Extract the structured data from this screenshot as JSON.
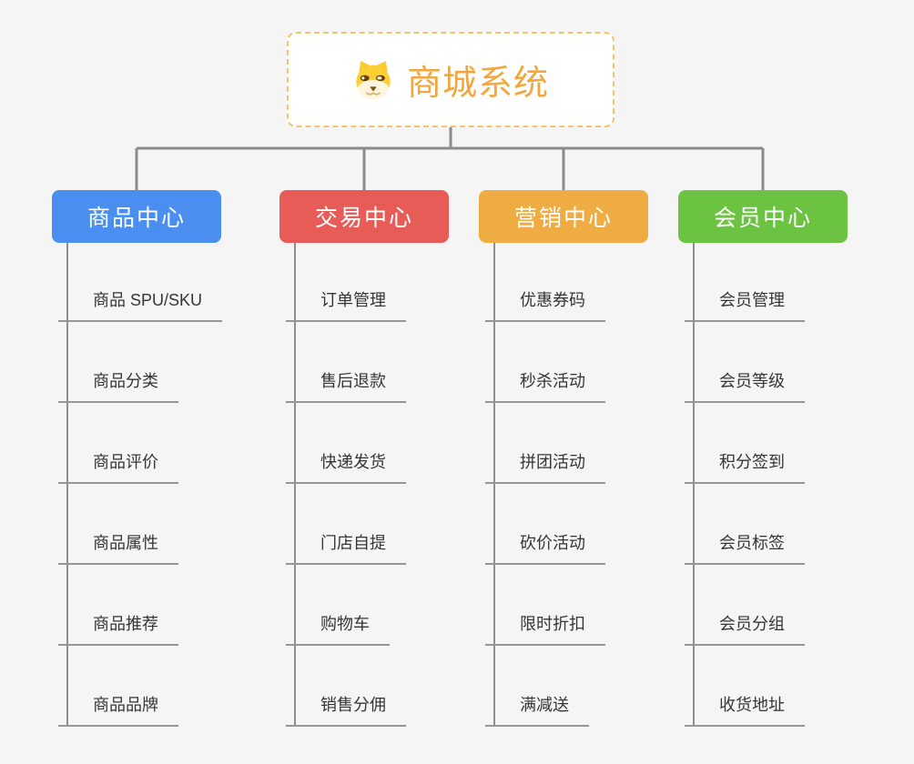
{
  "page": {
    "background_color": "#f5f5f6"
  },
  "connectors": {
    "color": "#8b8b8b"
  },
  "root": {
    "title": "商城系统",
    "icon": "doge-icon",
    "text_color": "#f2a63e",
    "border_color": "#f5c469",
    "fill_color": "#ffffff"
  },
  "columns": [
    {
      "label": "商品中心",
      "color": "#4a8ff0",
      "items": [
        "商品 SPU/SKU",
        "商品分类",
        "商品评价",
        "商品属性",
        "商品推荐",
        "商品品牌"
      ]
    },
    {
      "label": "交易中心",
      "color": "#e85c57",
      "items": [
        "订单管理",
        "售后退款",
        "快递发货",
        "门店自提",
        "购物车",
        "销售分佣"
      ]
    },
    {
      "label": "营销中心",
      "color": "#efac42",
      "items": [
        "优惠券码",
        "秒杀活动",
        "拼团活动",
        "砍价活动",
        "限时折扣",
        "满减送"
      ]
    },
    {
      "label": "会员中心",
      "color": "#6cc241",
      "items": [
        "会员管理",
        "会员等级",
        "积分签到",
        "会员标签",
        "会员分组",
        "收货地址"
      ]
    }
  ]
}
